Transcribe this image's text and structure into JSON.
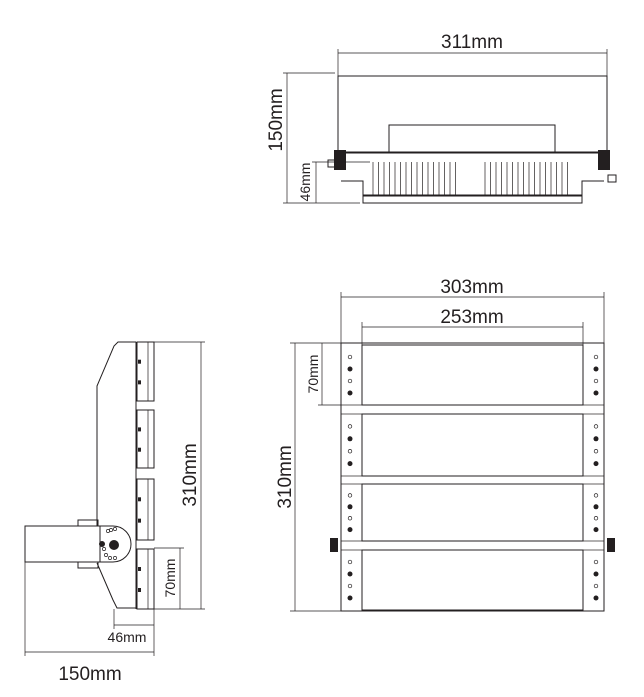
{
  "top_view": {
    "width_label": "311mm",
    "height_label": "150mm",
    "depth_label": "46mm"
  },
  "front_view": {
    "outer_width_label": "303mm",
    "inner_width_label": "253mm",
    "height_label": "310mm",
    "module_height_label": "70mm"
  },
  "side_view": {
    "height_label": "310mm",
    "module_height_label": "70mm",
    "depth_label": "46mm",
    "total_depth_label": "150mm"
  },
  "line_color": "#231f20"
}
